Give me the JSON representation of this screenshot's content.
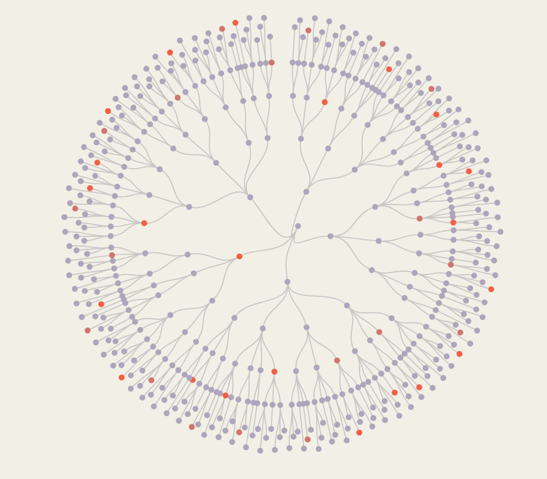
{
  "diagram": {
    "type": "radial-tree",
    "background": "#f2f0e6",
    "colors": {
      "link": "#c9c7c6",
      "node_default": "#aea5bd",
      "node_highlight": "#f25f45",
      "node_muted_highlight": "#d0756d"
    },
    "structure": {
      "root_children": 5,
      "depth_levels": 5,
      "labels_visible": false
    }
  }
}
